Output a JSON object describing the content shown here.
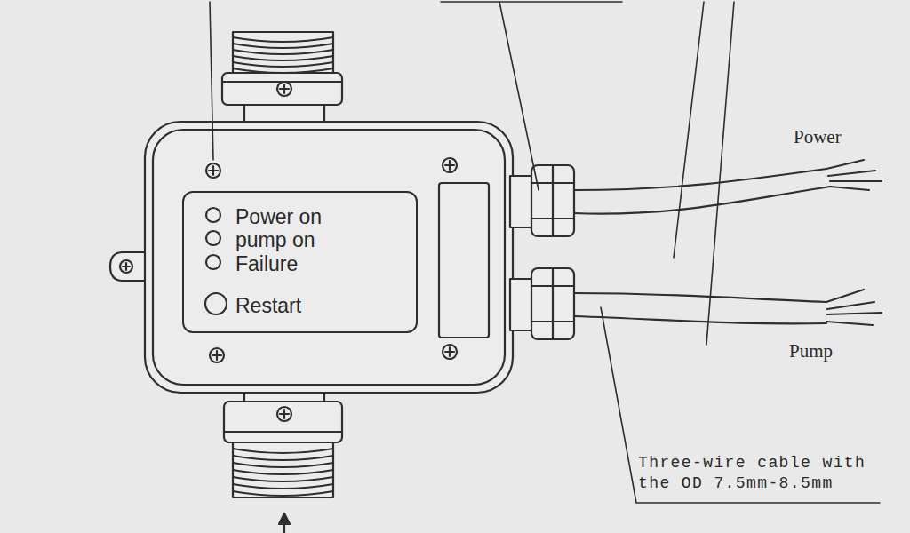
{
  "diagram": {
    "nodes": [
      {
        "text": [
          "Power on",
          "pump on",
          "Failure",
          "Restart"
        ]
      }
    ],
    "labels": [
      "Power",
      "Pump",
      "Three-wire cable with the OD 7.5mm-8.5mm"
    ]
  }
}
